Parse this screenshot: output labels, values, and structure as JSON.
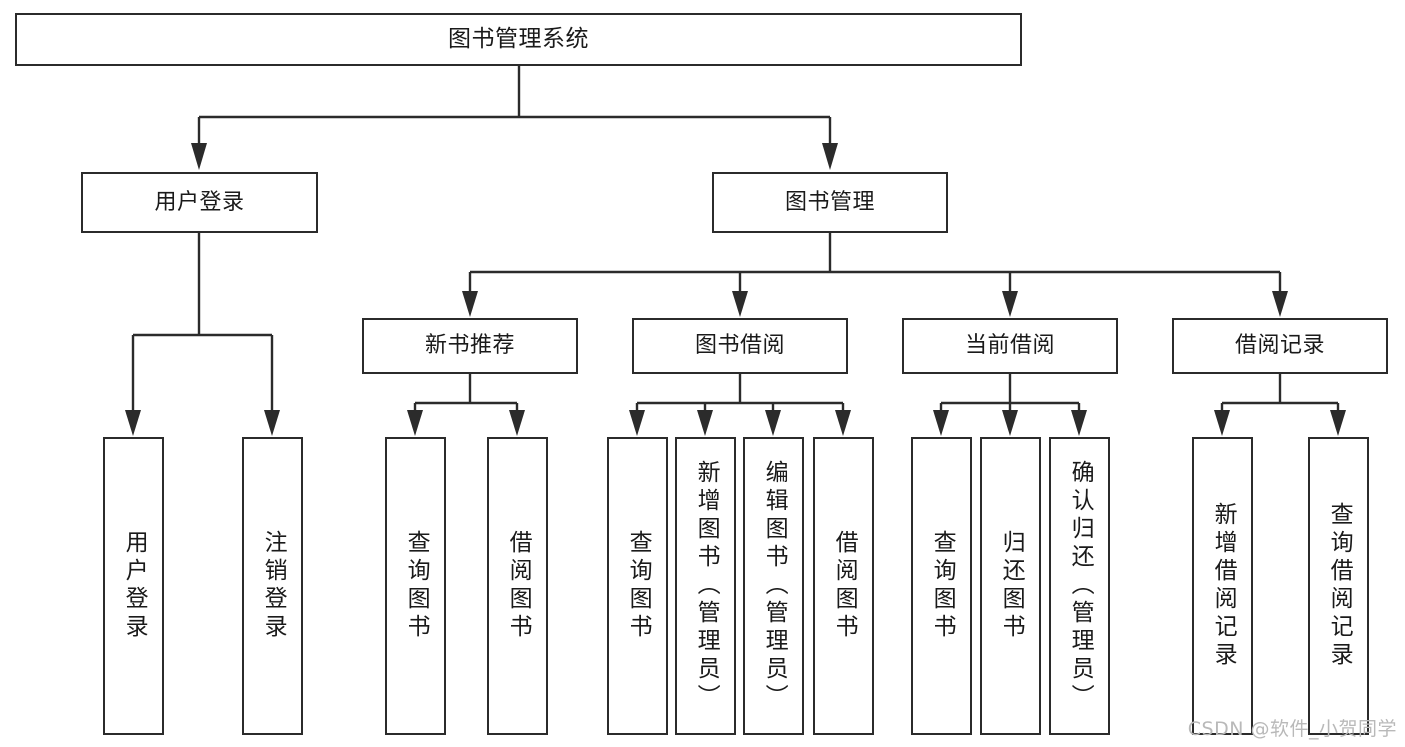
{
  "diagram": {
    "title": "图书管理系统",
    "type": "tree-hierarchy",
    "watermark": "CSDN @软件_小贺同学",
    "colors": {
      "stroke": "#2b2b2b",
      "background": "#ffffff",
      "text": "#1a1a1a",
      "watermark": "#b9b9b9"
    },
    "root": {
      "label": "图书管理系统"
    },
    "level2": [
      {
        "label": "用户登录"
      },
      {
        "label": "图书管理"
      }
    ],
    "level3": [
      {
        "label": "新书推荐"
      },
      {
        "label": "图书借阅"
      },
      {
        "label": "当前借阅"
      },
      {
        "label": "借阅记录"
      }
    ],
    "leaves": {
      "user_login": [
        {
          "label": "用户登录"
        },
        {
          "label": "注销登录"
        }
      ],
      "new_book_recommend": [
        {
          "label": "查询图书"
        },
        {
          "label": "借阅图书"
        }
      ],
      "book_borrow": [
        {
          "label": "查询图书"
        },
        {
          "label": "新增图书（管理员）"
        },
        {
          "label": "编辑图书（管理员）"
        },
        {
          "label": "借阅图书"
        }
      ],
      "current_borrow": [
        {
          "label": "查询图书"
        },
        {
          "label": "归还图书"
        },
        {
          "label": "确认归还（管理员）"
        }
      ],
      "borrow_record": [
        {
          "label": "新增借阅记录"
        },
        {
          "label": "查询借阅记录"
        }
      ]
    }
  }
}
